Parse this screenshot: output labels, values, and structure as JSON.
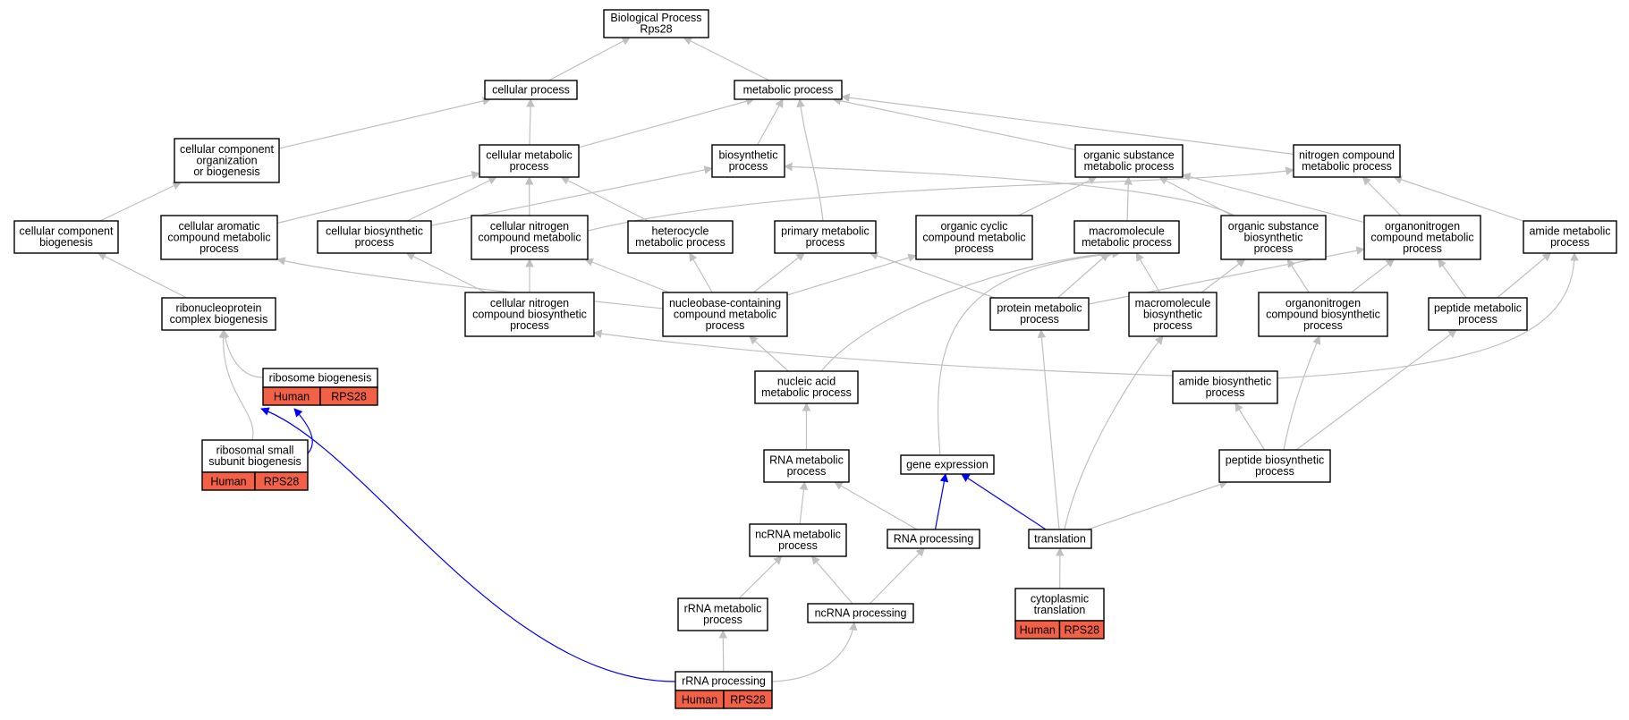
{
  "diagram": {
    "nodes": [
      {
        "id": "bp",
        "lines": [
          "Biological Process",
          "Rps28"
        ]
      },
      {
        "id": "cellular_process",
        "lines": [
          "cellular process"
        ]
      },
      {
        "id": "metabolic_process",
        "lines": [
          "metabolic process"
        ]
      },
      {
        "id": "ccob",
        "lines": [
          "cellular component",
          "organization",
          "or biogenesis"
        ]
      },
      {
        "id": "cell_met",
        "lines": [
          "cellular metabolic",
          "process"
        ]
      },
      {
        "id": "biosynthetic",
        "lines": [
          "biosynthetic",
          "process"
        ]
      },
      {
        "id": "org_sub_met",
        "lines": [
          "organic substance",
          "metabolic process"
        ]
      },
      {
        "id": "nitro_cmp_met",
        "lines": [
          "nitrogen compound",
          "metabolic process"
        ]
      },
      {
        "id": "cc_biogenesis",
        "lines": [
          "cellular component",
          "biogenesis"
        ]
      },
      {
        "id": "cell_arom",
        "lines": [
          "cellular aromatic",
          "compound metabolic",
          "process"
        ]
      },
      {
        "id": "cell_biosyn",
        "lines": [
          "cellular biosynthetic",
          "process"
        ]
      },
      {
        "id": "cell_nitro_met",
        "lines": [
          "cellular nitrogen",
          "compound metabolic",
          "process"
        ]
      },
      {
        "id": "heterocycle",
        "lines": [
          "heterocycle",
          "metabolic process"
        ]
      },
      {
        "id": "primary_met",
        "lines": [
          "primary metabolic",
          "process"
        ]
      },
      {
        "id": "org_cyclic",
        "lines": [
          "organic cyclic",
          "compound metabolic",
          "process"
        ]
      },
      {
        "id": "macromol_met",
        "lines": [
          "macromolecule",
          "metabolic process"
        ]
      },
      {
        "id": "org_sub_biosyn",
        "lines": [
          "organic substance",
          "biosynthetic",
          "process"
        ]
      },
      {
        "id": "organonitro_met",
        "lines": [
          "organonitrogen",
          "compound metabolic",
          "process"
        ]
      },
      {
        "id": "amide_met",
        "lines": [
          "amide metabolic",
          "process"
        ]
      },
      {
        "id": "rnp_biogenesis",
        "lines": [
          "ribonucleoprotein",
          "complex biogenesis"
        ]
      },
      {
        "id": "cell_nitro_biosyn",
        "lines": [
          "cellular nitrogen",
          "compound biosynthetic",
          "process"
        ]
      },
      {
        "id": "nucleobase",
        "lines": [
          "nucleobase-containing",
          "compound metabolic",
          "process"
        ]
      },
      {
        "id": "protein_met",
        "lines": [
          "protein metabolic",
          "process"
        ]
      },
      {
        "id": "macromol_biosyn",
        "lines": [
          "macromolecule",
          "biosynthetic",
          "process"
        ]
      },
      {
        "id": "organonitro_biosyn",
        "lines": [
          "organonitrogen",
          "compound biosynthetic",
          "process"
        ]
      },
      {
        "id": "peptide_met",
        "lines": [
          "peptide metabolic",
          "process"
        ]
      },
      {
        "id": "ribosome_biogenesis",
        "lines": [
          "ribosome biogenesis"
        ],
        "annotation": [
          "Human",
          "RPS28"
        ]
      },
      {
        "id": "nucleic_acid",
        "lines": [
          "nucleic acid",
          "metabolic process"
        ]
      },
      {
        "id": "amide_biosyn",
        "lines": [
          "amide biosynthetic",
          "process"
        ]
      },
      {
        "id": "ribosomal_small",
        "lines": [
          "ribosomal small",
          "subunit biogenesis"
        ],
        "annotation": [
          "Human",
          "RPS28"
        ]
      },
      {
        "id": "rna_met",
        "lines": [
          "RNA metabolic",
          "process"
        ]
      },
      {
        "id": "gene_expr",
        "lines": [
          "gene expression"
        ]
      },
      {
        "id": "peptide_biosyn",
        "lines": [
          "peptide biosynthetic",
          "process"
        ]
      },
      {
        "id": "ncrna_met",
        "lines": [
          "ncRNA metabolic",
          "process"
        ]
      },
      {
        "id": "rna_processing",
        "lines": [
          "RNA processing"
        ]
      },
      {
        "id": "translation",
        "lines": [
          "translation"
        ]
      },
      {
        "id": "cyto_translation",
        "lines": [
          "cytoplasmic",
          "translation"
        ],
        "annotation": [
          "Human",
          "RPS28"
        ]
      },
      {
        "id": "rrna_met",
        "lines": [
          "rRNA metabolic",
          "process"
        ]
      },
      {
        "id": "ncrna_processing",
        "lines": [
          "ncRNA processing"
        ]
      },
      {
        "id": "rrna_processing",
        "lines": [
          "rRNA processing"
        ],
        "annotation": [
          "Human",
          "RPS28"
        ]
      }
    ],
    "edges": [
      {
        "from": "cellular_process",
        "to": "bp",
        "color": "gray"
      },
      {
        "from": "metabolic_process",
        "to": "bp",
        "color": "gray"
      },
      {
        "from": "ccob",
        "to": "cellular_process",
        "color": "gray"
      },
      {
        "from": "cell_met",
        "to": "cellular_process",
        "color": "gray"
      },
      {
        "from": "cell_met",
        "to": "metabolic_process",
        "color": "gray"
      },
      {
        "from": "biosynthetic",
        "to": "metabolic_process",
        "color": "gray"
      },
      {
        "from": "org_sub_met",
        "to": "metabolic_process",
        "color": "gray"
      },
      {
        "from": "nitro_cmp_met",
        "to": "metabolic_process",
        "color": "gray"
      },
      {
        "from": "primary_met",
        "to": "metabolic_process",
        "color": "gray"
      },
      {
        "from": "cc_biogenesis",
        "to": "ccob",
        "color": "gray"
      },
      {
        "from": "cell_arom",
        "to": "cell_met",
        "color": "gray"
      },
      {
        "from": "cell_biosyn",
        "to": "cell_met",
        "color": "gray"
      },
      {
        "from": "cell_biosyn",
        "to": "biosynthetic",
        "color": "gray"
      },
      {
        "from": "cell_nitro_met",
        "to": "cell_met",
        "color": "gray"
      },
      {
        "from": "cell_nitro_met",
        "to": "nitro_cmp_met",
        "color": "gray"
      },
      {
        "from": "heterocycle",
        "to": "cell_met",
        "color": "gray"
      },
      {
        "from": "org_cyclic",
        "to": "org_sub_met",
        "color": "gray"
      },
      {
        "from": "macromol_met",
        "to": "org_sub_met",
        "color": "gray"
      },
      {
        "from": "org_sub_biosyn",
        "to": "org_sub_met",
        "color": "gray"
      },
      {
        "from": "org_sub_biosyn",
        "to": "biosynthetic",
        "color": "gray"
      },
      {
        "from": "organonitro_met",
        "to": "org_sub_met",
        "color": "gray"
      },
      {
        "from": "organonitro_met",
        "to": "nitro_cmp_met",
        "color": "gray"
      },
      {
        "from": "amide_met",
        "to": "nitro_cmp_met",
        "color": "gray"
      },
      {
        "from": "rnp_biogenesis",
        "to": "cc_biogenesis",
        "color": "gray"
      },
      {
        "from": "cell_nitro_biosyn",
        "to": "cell_biosyn",
        "color": "gray"
      },
      {
        "from": "cell_nitro_biosyn",
        "to": "cell_nitro_met",
        "color": "gray"
      },
      {
        "from": "nucleobase",
        "to": "cell_arom",
        "color": "gray"
      },
      {
        "from": "nucleobase",
        "to": "cell_nitro_met",
        "color": "gray"
      },
      {
        "from": "nucleobase",
        "to": "heterocycle",
        "color": "gray"
      },
      {
        "from": "nucleobase",
        "to": "primary_met",
        "color": "gray"
      },
      {
        "from": "nucleobase",
        "to": "org_cyclic",
        "color": "gray"
      },
      {
        "from": "protein_met",
        "to": "primary_met",
        "color": "gray"
      },
      {
        "from": "protein_met",
        "to": "macromol_met",
        "color": "gray"
      },
      {
        "from": "protein_met",
        "to": "organonitro_met",
        "color": "gray"
      },
      {
        "from": "macromol_biosyn",
        "to": "macromol_met",
        "color": "gray"
      },
      {
        "from": "macromol_biosyn",
        "to": "org_sub_biosyn",
        "color": "gray"
      },
      {
        "from": "organonitro_biosyn",
        "to": "org_sub_biosyn",
        "color": "gray"
      },
      {
        "from": "organonitro_biosyn",
        "to": "organonitro_met",
        "color": "gray"
      },
      {
        "from": "peptide_met",
        "to": "organonitro_met",
        "color": "gray"
      },
      {
        "from": "peptide_met",
        "to": "amide_met",
        "color": "gray"
      },
      {
        "from": "ribosome_biogenesis",
        "to": "rnp_biogenesis",
        "color": "gray"
      },
      {
        "from": "nucleic_acid",
        "to": "nucleobase",
        "color": "gray"
      },
      {
        "from": "nucleic_acid",
        "to": "macromol_met",
        "color": "gray"
      },
      {
        "from": "amide_biosyn",
        "to": "cell_nitro_biosyn",
        "color": "gray"
      },
      {
        "from": "amide_biosyn",
        "to": "amide_met",
        "color": "gray"
      },
      {
        "from": "ribosomal_small",
        "to": "rnp_biogenesis",
        "color": "gray"
      },
      {
        "from": "ribosomal_small",
        "to": "ribosome_biogenesis",
        "color": "blue"
      },
      {
        "from": "rna_met",
        "to": "nucleic_acid",
        "color": "gray"
      },
      {
        "from": "gene_expr",
        "to": "macromol_met",
        "color": "gray"
      },
      {
        "from": "peptide_biosyn",
        "to": "amide_biosyn",
        "color": "gray"
      },
      {
        "from": "peptide_biosyn",
        "to": "organonitro_biosyn",
        "color": "gray"
      },
      {
        "from": "peptide_biosyn",
        "to": "peptide_met",
        "color": "gray"
      },
      {
        "from": "ncrna_met",
        "to": "rna_met",
        "color": "gray"
      },
      {
        "from": "rna_processing",
        "to": "rna_met",
        "color": "gray"
      },
      {
        "from": "rna_processing",
        "to": "gene_expr",
        "color": "blue"
      },
      {
        "from": "translation",
        "to": "gene_expr",
        "color": "blue"
      },
      {
        "from": "translation",
        "to": "peptide_biosyn",
        "color": "gray"
      },
      {
        "from": "translation",
        "to": "protein_met",
        "color": "gray"
      },
      {
        "from": "translation",
        "to": "macromol_biosyn",
        "color": "gray"
      },
      {
        "from": "cyto_translation",
        "to": "translation",
        "color": "gray"
      },
      {
        "from": "rrna_met",
        "to": "ncrna_met",
        "color": "gray"
      },
      {
        "from": "ncrna_processing",
        "to": "ncrna_met",
        "color": "gray"
      },
      {
        "from": "ncrna_processing",
        "to": "rna_processing",
        "color": "gray"
      },
      {
        "from": "rrna_processing",
        "to": "rrna_met",
        "color": "gray"
      },
      {
        "from": "rrna_processing",
        "to": "ncrna_processing",
        "color": "gray"
      },
      {
        "from": "rrna_processing",
        "to": "ribosome_biogenesis",
        "color": "blue"
      }
    ],
    "colors": {
      "gray_edge": "#c0c0c0",
      "blue_edge": "#0000ff",
      "annotation_fill": "#f26147",
      "box_stroke": "#000000"
    }
  }
}
